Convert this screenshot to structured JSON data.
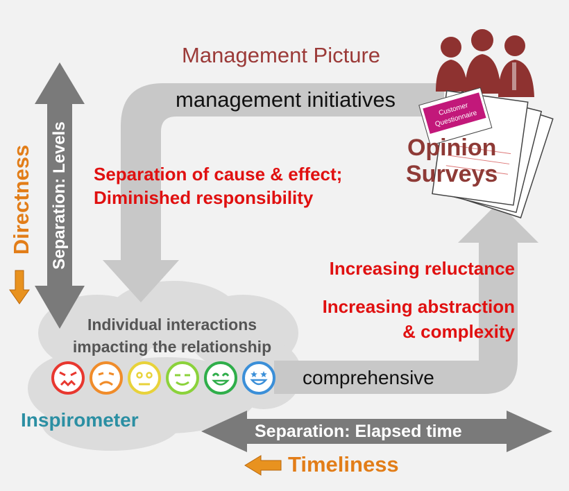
{
  "management_picture": "Management Picture",
  "management_initiatives": "management initiatives",
  "opinion_surveys": [
    "Opinion",
    "Surveys"
  ],
  "questionnaire_label": [
    "Customer",
    "Questionnaire"
  ],
  "cause_effect": [
    "Separation of cause & effect;",
    "Diminished responsibility"
  ],
  "increasing_reluctance": "Increasing reluctance",
  "increasing_abstraction": [
    "Increasing abstraction",
    "& complexity"
  ],
  "individual_interactions": [
    "Individual interactions",
    "impacting the relationship"
  ],
  "comprehensive": "comprehensive",
  "inspirometer": "Inspirometer",
  "separation_elapsed": "Separation: Elapsed time",
  "timeliness": "Timeliness",
  "separation_levels": "Separation: Levels",
  "directness": "Directness",
  "emoji_faces": [
    {
      "mood": "angry",
      "color": "#e8372f"
    },
    {
      "mood": "sad",
      "color": "#f08c2a"
    },
    {
      "mood": "neutral",
      "color": "#e8d23a"
    },
    {
      "mood": "content",
      "color": "#8bd23b"
    },
    {
      "mood": "happy",
      "color": "#2fae4a"
    },
    {
      "mood": "star-struck",
      "color": "#3b8fd8"
    }
  ],
  "colors": {
    "flow_arrow": "#c8c8c8",
    "dark_arrow": "#7a7a7a",
    "accent_orange": "#e27d18",
    "red_text": "#e01010",
    "maroon": "#8e3a36"
  }
}
